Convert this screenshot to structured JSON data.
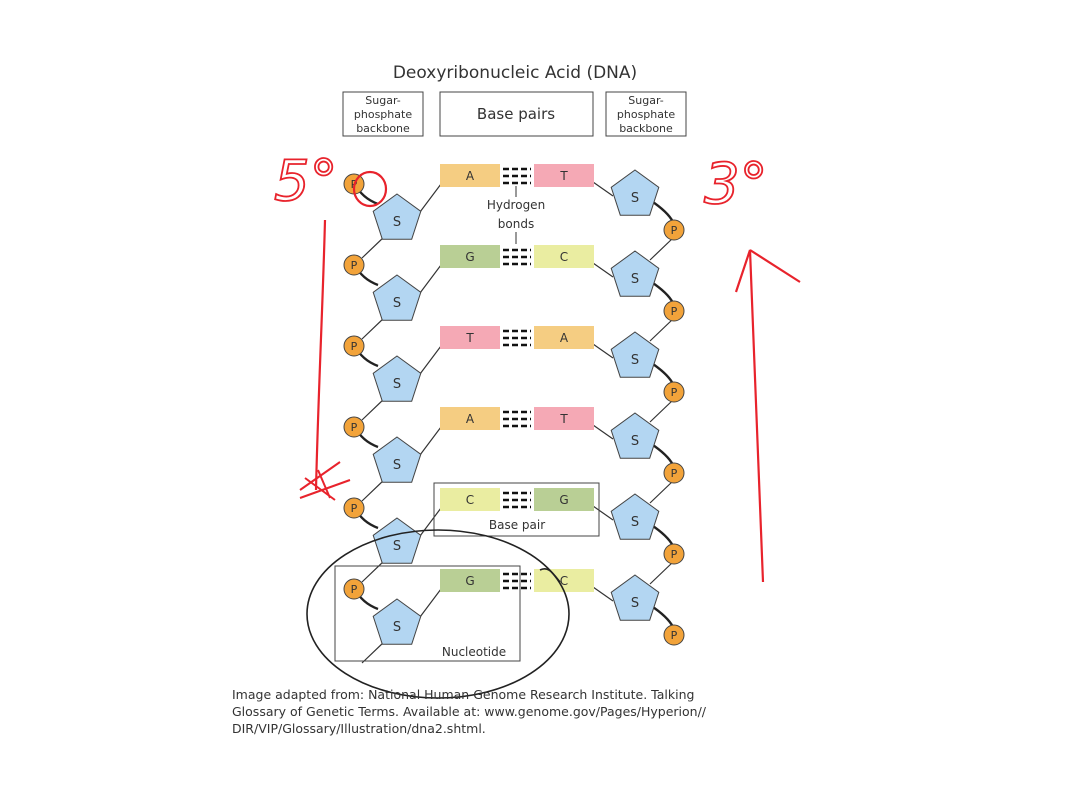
{
  "title": "Deoxyribonucleic Acid (DNA)",
  "headers": {
    "left_backbone": [
      "Sugar-",
      "phosphate",
      "backbone"
    ],
    "base_pairs": "Base pairs",
    "right_backbone": [
      "Sugar-",
      "phosphate",
      "backbone"
    ]
  },
  "labels": {
    "phosphate": "P",
    "sugar": "S",
    "hydrogen_bonds": [
      "Hydrogen",
      "bonds"
    ],
    "base_pair": "Base pair",
    "nucleotide": "Nucleotide"
  },
  "pairs": [
    {
      "left": "A",
      "right": "T"
    },
    {
      "left": "G",
      "right": "C"
    },
    {
      "left": "T",
      "right": "A"
    },
    {
      "left": "A",
      "right": "T"
    },
    {
      "left": "C",
      "right": "G"
    },
    {
      "left": "G",
      "right": "C"
    }
  ],
  "base_colors": {
    "A": "#f5cd82",
    "T": "#f5a9b5",
    "G": "#b9cf95",
    "C": "#eaeda1"
  },
  "colors": {
    "sugar_fill": "#b3d6f2",
    "phosphate_fill": "#f2a33a",
    "annotation": "#e8232c"
  },
  "annotations": {
    "left_end": "5°",
    "right_end": "3°"
  },
  "caption": [
    "Image adapted from: National Human Genome Research Institute. Talking",
    "Glossary of Genetic Terms. Available at: www.genome.gov/Pages/Hyperion//",
    "DIR/VIP/Glossary/Illustration/dna2.shtml."
  ]
}
